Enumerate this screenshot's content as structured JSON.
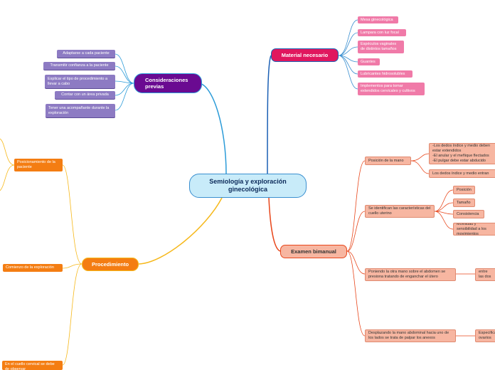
{
  "center": {
    "title": "Semiología y exploración ginecológica"
  },
  "branches": {
    "consideraciones": {
      "title": "Consideraciones previas",
      "color": "#6a0a91",
      "items": [
        "Adaptarse a cada paciente",
        "Transmitir confianza a la paciente",
        "Explicar el tipo de procedimiento a llevar a cabo",
        "Contar con un área privada",
        "Tener una acompañante durante la exploración"
      ]
    },
    "material": {
      "title": "Material necesario",
      "color": "#e0175e",
      "items": [
        "Mesa ginecológica",
        "Lampara con luz focal",
        "Espéculos vaginales de distintos tamaños",
        "Guantes",
        "Lubricantes hidrosolubles",
        "Implementos para tomar extendidos cervicales y cultivos"
      ]
    },
    "procedimiento": {
      "title": "Procedimiento",
      "color": "#f47d12",
      "items": [
        "Posicionamiento de la paciente",
        "Comienzo de la exploración",
        "En el cuello cervical se debe de observar"
      ]
    },
    "examen": {
      "title": "Examen bimanual",
      "color": "#f7b6a1",
      "items": [
        {
          "label": "Posición de la mano",
          "children": [
            "-Los dedos índice y medio deben estar extendidos\n-El anular y el meñique flectados\n-El pulgar debe estar abducido",
            "Los dedos índice y medio entran"
          ]
        },
        {
          "label": "Se identifican las características del cuello uterino",
          "children": [
            "Posición",
            "Tamaño",
            "Consistencia",
            "Movilidad y sensibilidad a los movimientos"
          ]
        },
        {
          "label": "Poniendo la otra mano sobre el abdomen se presiona tratando de enganchar el útero",
          "children": [
            "Se trata entre las dos manos"
          ]
        },
        {
          "label": "Desplazando la mano abdominal hacia uno de los lados se trata de palpar los anexos",
          "children": [
            "Especificar ovarios"
          ]
        }
      ]
    }
  },
  "colors": {
    "link_consideraciones": "#2b9bd8",
    "link_material": "#1a5fb4",
    "link_procedimiento": "#f6b81a",
    "link_examen": "#e8471c"
  }
}
